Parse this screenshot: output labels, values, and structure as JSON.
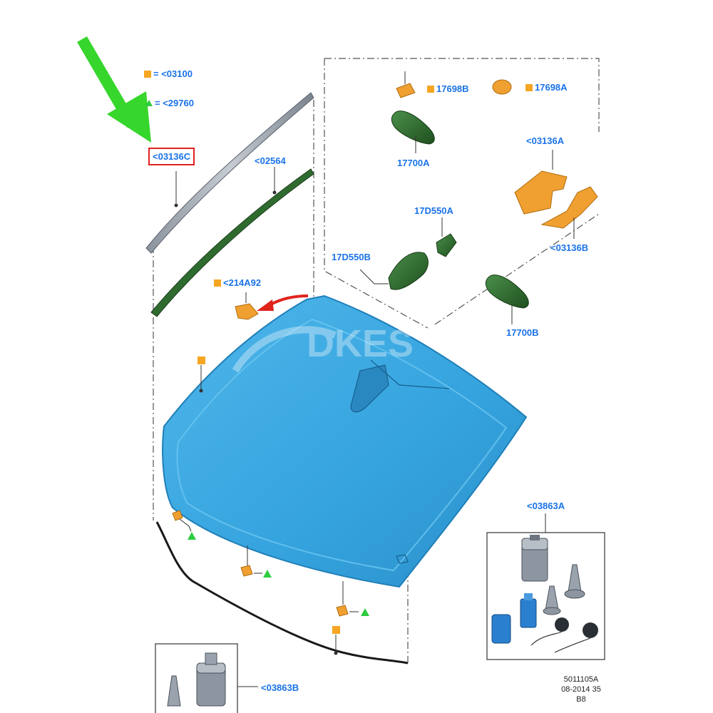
{
  "legend": {
    "square_ref": "= <03100",
    "triangle_ref": "= <29760"
  },
  "labels": {
    "moulding_upper": "<03136C",
    "moulding_lower": "<02564",
    "bracket": "<214A92",
    "mirror_base_b": "17698B",
    "mirror_base_a": "17698A",
    "mirror_a": "17700A",
    "mirror_b": "17700B",
    "cover_a": "<03136A",
    "cover_b": "<03136B",
    "sensor_a": "17D550A",
    "sensor_b": "17D550B",
    "kit_a": "<03863A",
    "kit_b": "<03863B"
  },
  "footer": {
    "line1": "5011105A",
    "line2": "08-2014 35",
    "line3": "B8"
  },
  "watermark": "DKES",
  "colors": {
    "label_blue": "#1a73e8",
    "glass_blue": "#3aa6e0",
    "part_green": "#2e6b2e",
    "part_orange": "#f0a030",
    "highlight_red": "#e02020",
    "arrow_green": "#36d62c"
  }
}
